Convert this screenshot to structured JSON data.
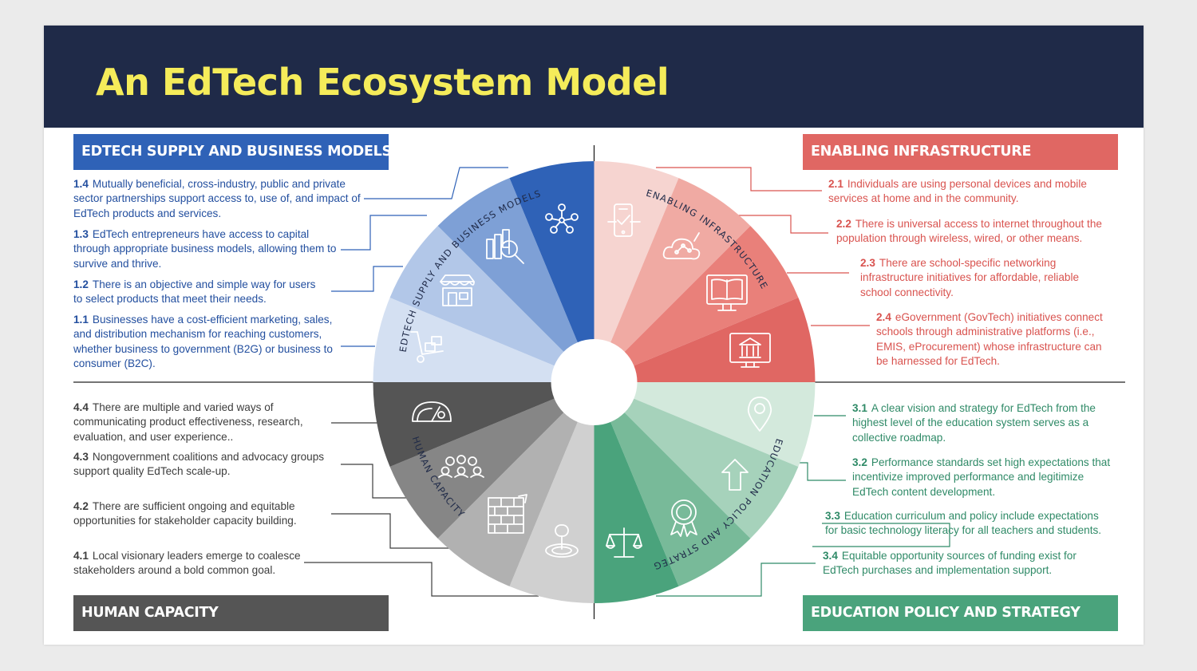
{
  "title": "An EdTech Ecosystem Model",
  "colors": {
    "header_bg": "#1f2a48",
    "title": "#f5ec5a",
    "supply": "#2f62b7",
    "infrastructure": "#e06763",
    "policy": "#4aa37c",
    "capacity": "#555555"
  },
  "quadrants": {
    "supply": {
      "heading": "EDTECH SUPPLY AND BUSINESS MODELS",
      "ring_label": "EDTECH SUPPLY AND BUSINESS MODELS",
      "items": [
        {
          "num": "1.4",
          "text": "Mutually beneficial, cross-industry, public and private sector partnerships support access to, use of, and impact of EdTech products and services."
        },
        {
          "num": "1.3",
          "text": "EdTech entrepreneurs have access to capital through appropriate business models, allowing them to survive and thrive."
        },
        {
          "num": "1.2",
          "text": "There is an objective and simple way for users to select products that meet their needs."
        },
        {
          "num": "1.1",
          "text": "Businesses have a cost-efficient marketing, sales, and distribution mechanism for reaching customers, whether business to government (B2G) or business to consumer (B2C)."
        }
      ],
      "icons": [
        "hand-truck-icon",
        "storefront-icon",
        "finance-search-icon",
        "network-people-icon"
      ]
    },
    "infrastructure": {
      "heading": "ENABLING INFRASTRUCTURE",
      "ring_label": "ENABLING INFRASTRUCTURE",
      "items": [
        {
          "num": "2.1",
          "text": "Individuals are using personal devices and mobile services at home and in the community."
        },
        {
          "num": "2.2",
          "text": "There is universal access to internet throughout the population through wireless, wired, or other means."
        },
        {
          "num": "2.3",
          "text": "There are school-specific networking infrastructure initiatives for affordable, reliable school connectivity."
        },
        {
          "num": "2.4",
          "text": "eGovernment (GovTech) initiatives connect schools through administrative platforms (i.e., EMIS, eProcurement) whose infrastructure can be harnessed for EdTech."
        }
      ],
      "icons": [
        "mobile-check-icon",
        "cloud-network-icon",
        "digital-book-icon",
        "government-monitor-icon"
      ]
    },
    "policy": {
      "heading": "EDUCATION POLICY AND STRATEGY",
      "ring_label": "EDUCATION POLICY AND STRATEGY",
      "items": [
        {
          "num": "3.1",
          "text": "A clear vision and strategy for EdTech from the highest level of the education system serves as a collective roadmap."
        },
        {
          "num": "3.2",
          "text": "Performance standards set high expectations that incentivize improved performance and legitimize EdTech content development."
        },
        {
          "num": "3.3",
          "text": "Education curriculum and policy include expectations for basic technology literacy for all teachers and students."
        },
        {
          "num": "3.4",
          "text": "Equitable opportunity sources of funding exist for EdTech purchases and implementation support."
        }
      ],
      "icons": [
        "location-pin-icon",
        "up-arrow-icon",
        "award-ribbon-icon",
        "balance-scale-icon"
      ]
    },
    "capacity": {
      "heading": "HUMAN CAPACITY",
      "ring_label": "HUMAN CAPACITY",
      "items": [
        {
          "num": "4.4",
          "text": "There are multiple and varied ways of communicating product effectiveness, research, evaluation, and user experience.."
        },
        {
          "num": "4.3",
          "text": "Nongovernment coalitions and advocacy groups support quality EdTech scale-up."
        },
        {
          "num": "4.2",
          "text": "There are sufficient ongoing and equitable opportunities for stakeholder capacity building."
        },
        {
          "num": "4.1",
          "text": "Local visionary leaders emerge to coalesce stakeholders around a bold common goal."
        }
      ],
      "icons": [
        "joystick-target-icon",
        "brick-wall-icon",
        "people-group-icon",
        "gauge-icon"
      ]
    }
  }
}
